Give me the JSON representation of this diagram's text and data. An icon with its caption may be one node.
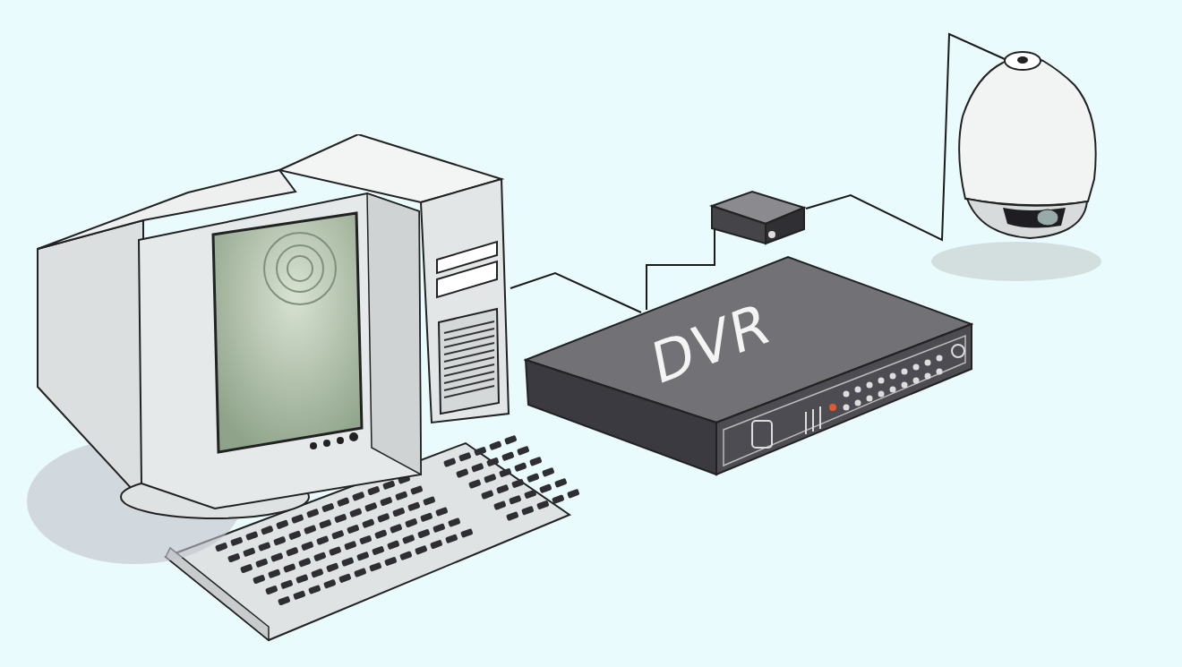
{
  "diagram": {
    "nodes": [
      {
        "text": [],
        "shape": "picture"
      },
      {
        "text": [
          "DVR"
        ]
      },
      {
        "text": [],
        "shape": "picture"
      },
      {
        "text": [],
        "shape": "picture"
      }
    ],
    "edges": [
      {
        "from": 0,
        "to": 1,
        "arrow": "none"
      },
      {
        "from": 1,
        "to": 2,
        "arrow": "none"
      },
      {
        "from": 2,
        "to": 3,
        "arrow": "none"
      }
    ]
  }
}
